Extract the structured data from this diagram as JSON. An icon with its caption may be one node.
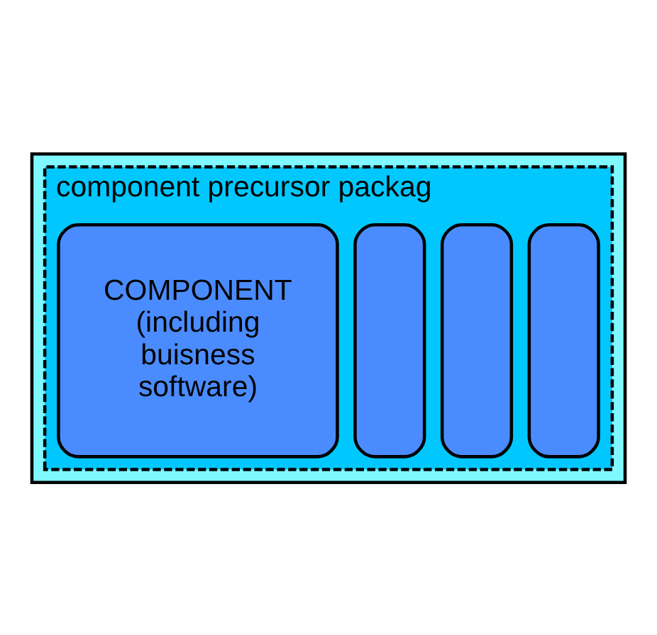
{
  "diagram": {
    "nodes": [
      {
        "text": [],
        "shape": "box"
      },
      {
        "text": [
          "component precursor packag"
        ],
        "in": 0
      },
      {
        "text": [],
        "shape": "box",
        "in": 1
      },
      {
        "text": [],
        "shape": "box",
        "in": 1
      },
      {
        "text": [],
        "shape": "box",
        "in": 1
      },
      {
        "text": [
          "COMPONENT (including buisness software)"
        ],
        "in": 1
      }
    ],
    "edges": []
  }
}
